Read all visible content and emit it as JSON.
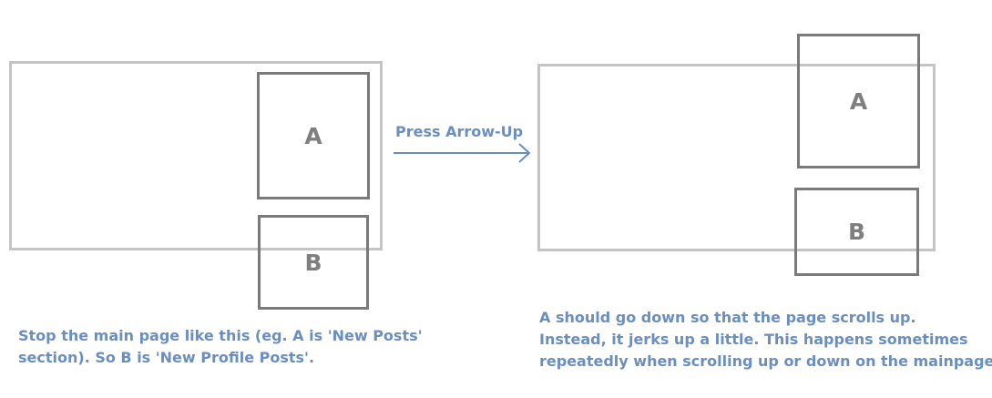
{
  "left_diagram": {
    "box_a_label": "A",
    "box_b_label": "B",
    "caption_line1": "Stop the main page like this (eg. A is 'New Posts'",
    "caption_line2": "section). So B is 'New Profile Posts'."
  },
  "transition": {
    "label": "Press Arrow-Up"
  },
  "right_diagram": {
    "box_a_label": "A",
    "box_b_label": "B",
    "caption_line1": "A should go down so that the page scrolls up.",
    "caption_line2": "Instead, it jerks up a little. This happens sometimes",
    "caption_line3": "repeatedly when scrolling up or down on the mainpage."
  },
  "colors": {
    "frame": "#c4c4c4",
    "box_border": "#7a7a7a",
    "box_text": "#7f7f7f",
    "annotation_text": "#6a8fbf"
  }
}
